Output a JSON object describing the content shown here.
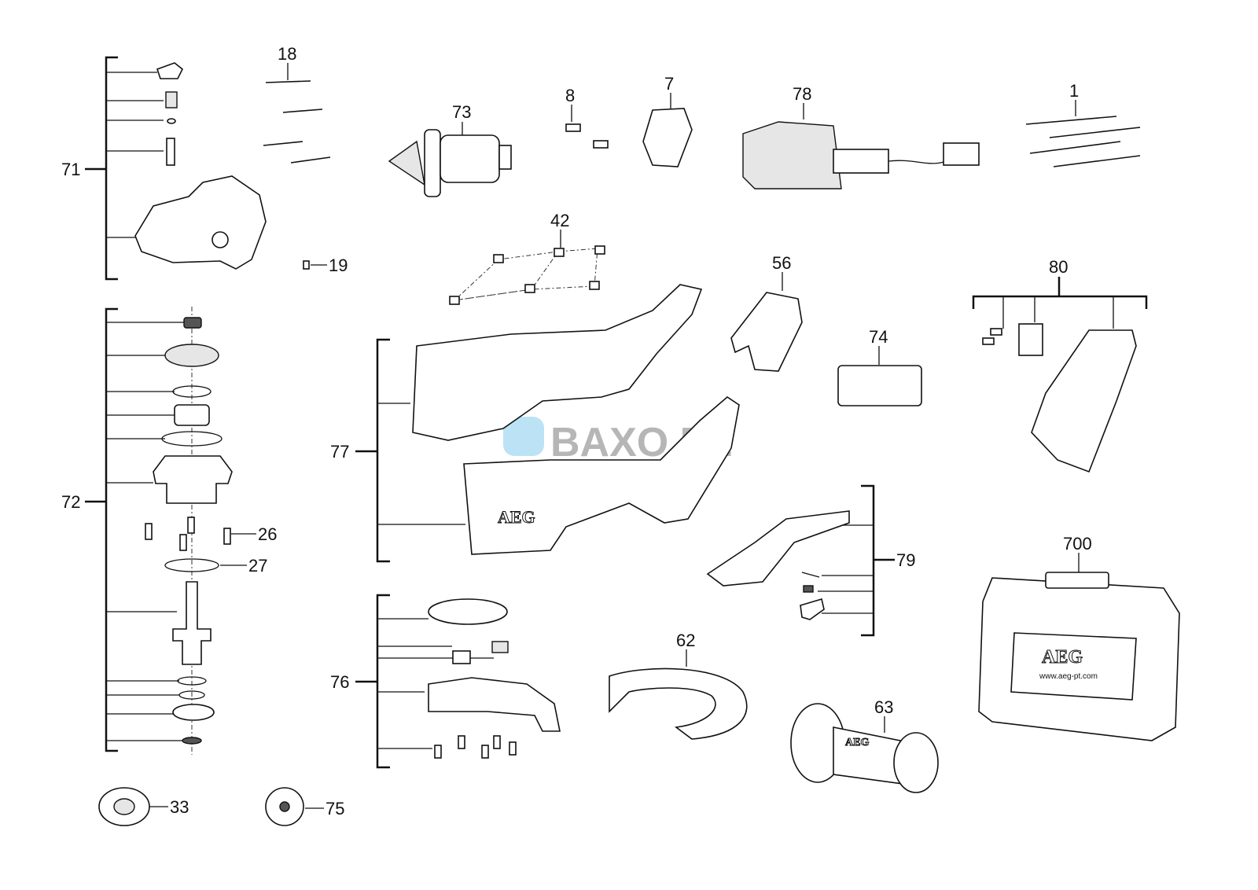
{
  "diagram": {
    "callouts": {
      "c1": "1",
      "c7": "7",
      "c8": "8",
      "c18": "18",
      "c19": "19",
      "c26": "26",
      "c27": "27",
      "c33": "33",
      "c42": "42",
      "c56": "56",
      "c62": "62",
      "c63": "63",
      "c71": "71",
      "c72": "72",
      "c73": "73",
      "c74": "74",
      "c75": "75",
      "c76": "76",
      "c77": "77",
      "c78": "78",
      "c79": "79",
      "c80": "80",
      "c700": "700"
    },
    "brand_housing": "AEG",
    "brand_handle": "AEG",
    "case": {
      "brand": "AEG",
      "url": "www.aeg-pt.com"
    },
    "watermark": "BAXO.PL"
  }
}
